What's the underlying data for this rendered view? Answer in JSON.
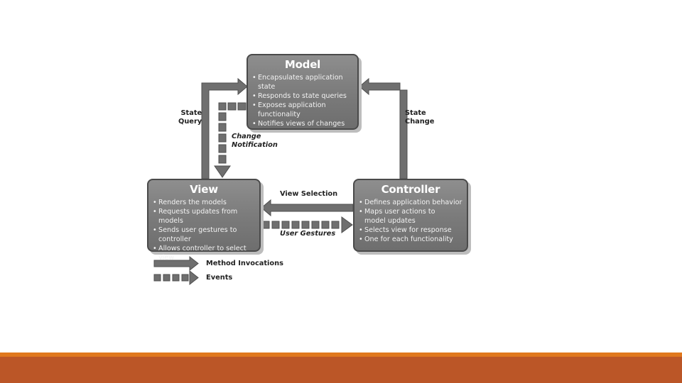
{
  "diagram": {
    "model": {
      "title": "Model",
      "items": [
        "Encapsulates application state",
        "Responds to state queries",
        "Exposes application\nfunctionality",
        "Notifies views of changes"
      ]
    },
    "view": {
      "title": "View",
      "items": [
        "Renders the models",
        "Requests updates from models",
        "Sends user gestures to controller",
        "Allows controller to select view"
      ]
    },
    "controller": {
      "title": "Controller",
      "items": [
        "Defines application behavior",
        "Maps user actions to\nmodel updates",
        "Selects view for response",
        "One for each functionality"
      ]
    },
    "edges": {
      "state_query": "State\nQuery",
      "state_change": "State\nChange",
      "change_notification": "Change\nNotification",
      "view_selection": "View Selection",
      "user_gestures": "User Gestures"
    },
    "legend": {
      "method_invocations": "Method Invocations",
      "events": "Events"
    }
  },
  "colors": {
    "box_fill": "#7d7d7d",
    "arrow": "#6f6f6f",
    "footer_accent": "#e0781d",
    "footer_bar": "#bb5627"
  }
}
